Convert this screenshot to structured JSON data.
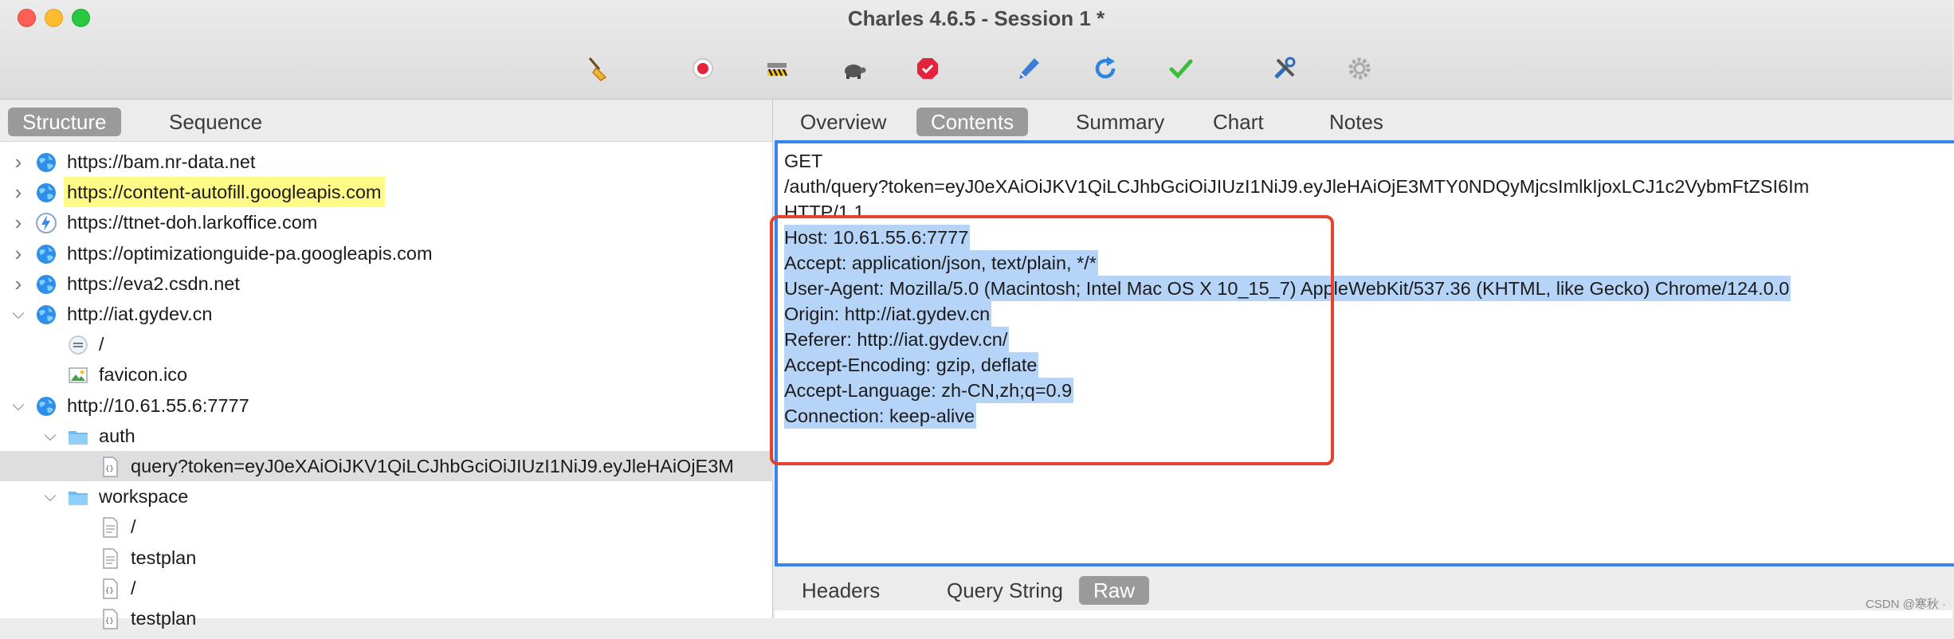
{
  "window": {
    "title": "Charles 4.6.5 - Session 1 *"
  },
  "toolbar": {
    "icons": [
      "broom-icon",
      "record-icon",
      "throttle-icon",
      "turtle-icon",
      "breakpoint-icon",
      "compose-pen-icon",
      "repeat-icon",
      "validate-check-icon",
      "tools-icon",
      "settings-gear-icon"
    ]
  },
  "left": {
    "tabs": [
      "Structure",
      "Sequence"
    ],
    "active_tab": "Structure",
    "tree": [
      {
        "label": "https://bam.nr-data.net",
        "icon": "globe-icon",
        "chevron": "right"
      },
      {
        "label": "https://content-autofill.googleapis.com",
        "icon": "globe-icon",
        "chevron": "right",
        "highlight": true
      },
      {
        "label": "https://ttnet-doh.larkoffice.com",
        "icon": "bolt-icon",
        "chevron": "right"
      },
      {
        "label": "https://optimizationguide-pa.googleapis.com",
        "icon": "globe-icon",
        "chevron": "right"
      },
      {
        "label": "https://eva2.csdn.net",
        "icon": "globe-icon",
        "chevron": "right"
      },
      {
        "label": "http://iat.gydev.cn",
        "icon": "globe-icon",
        "chevron": "down"
      },
      {
        "label": "/",
        "icon": "doc-lines-icon"
      },
      {
        "label": "favicon.ico",
        "icon": "image-icon"
      },
      {
        "label": "http://10.61.55.6:7777",
        "icon": "globe-icon",
        "chevron": "down"
      },
      {
        "label": "auth",
        "icon": "folder-icon",
        "chevron": "down"
      },
      {
        "label": "query?token=eyJ0eXAiOiJKV1QiLCJhbGciOiJIUzI1NiJ9.eyJleHAiOjE3M",
        "icon": "json-icon",
        "selected": true
      },
      {
        "label": "workspace",
        "icon": "folder-icon",
        "chevron": "down"
      },
      {
        "label": "/",
        "icon": "doc-icon"
      },
      {
        "label": "testplan",
        "icon": "doc-icon"
      },
      {
        "label": "/",
        "icon": "json-icon"
      },
      {
        "label": "testplan",
        "icon": "json-icon"
      }
    ]
  },
  "right": {
    "tabs": [
      "Overview",
      "Contents",
      "Summary",
      "Chart",
      "Notes"
    ],
    "active_tab": "Contents",
    "request_lines": [
      "GET",
      "/auth/query?token=eyJ0eXAiOiJKV1QiLCJhbGciOiJIUzI1NiJ9.eyJleHAiOjE3MTY0NDQyMjcsImlkIjoxLCJ1c2VybmFtZSI6Im",
      " HTTP/1.1"
    ],
    "headers": [
      "Host: 10.61.55.6:7777",
      "Accept: application/json, text/plain, */*",
      "User-Agent: Mozilla/5.0 (Macintosh; Intel Mac OS X 10_15_7) AppleWebKit/537.36 (KHTML, like Gecko) Chrome/124.0.0",
      "Origin: http://iat.gydev.cn",
      "Referer: http://iat.gydev.cn/",
      "Accept-Encoding: gzip, deflate",
      "Accept-Language: zh-CN,zh;q=0.9",
      "Connection: keep-alive"
    ],
    "bottom_tabs": [
      "Headers",
      "Query String",
      "Raw"
    ],
    "active_bottom_tab": "Raw"
  },
  "watermark": "CSDN @寒秋 ·"
}
